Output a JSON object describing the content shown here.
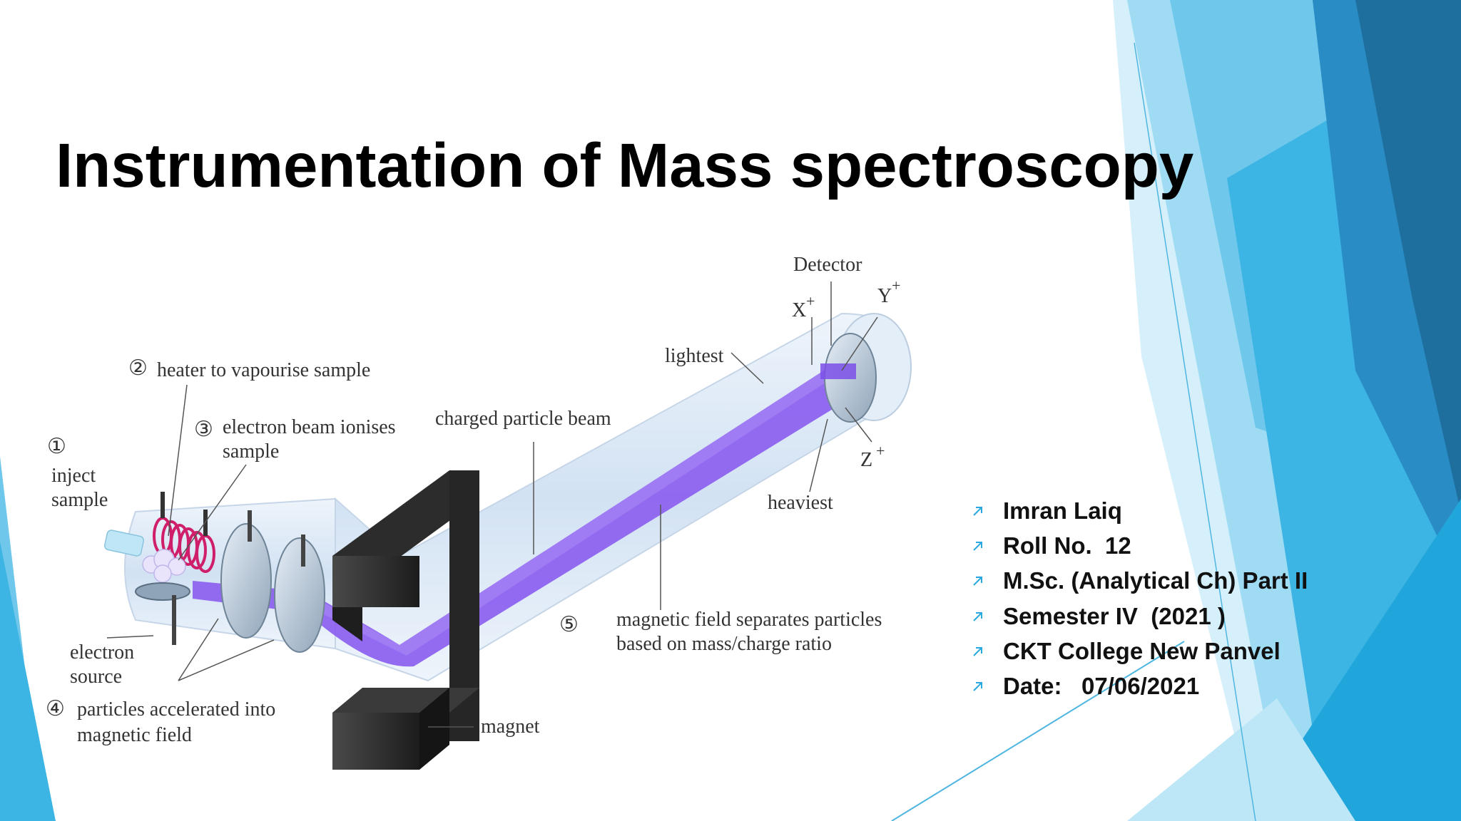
{
  "slide": {
    "title": "Instrumentation of Mass spectroscopy"
  },
  "diagram": {
    "labels": {
      "inject_line1": "inject",
      "inject_line2": "sample",
      "heater": "heater to vapourise sample",
      "electron_beam_line1": "electron beam ionises",
      "electron_beam_line2": "sample",
      "charged_beam": "charged particle beam",
      "lightest": "lightest",
      "detector": "Detector",
      "heaviest": "heaviest",
      "electron_source_line1": "electron",
      "electron_source_line2": "source",
      "accelerated_line1": "particles accelerated into",
      "accelerated_line2": "magnetic field",
      "magnetic_field_line1": "magnetic field separates particles",
      "magnetic_field_line2": "based on mass/charge ratio",
      "magnet": "magnet",
      "x_ion": "X",
      "y_ion": "Y",
      "z_ion": "Z",
      "plus": "+"
    },
    "step_numbers": [
      "①",
      "②",
      "③",
      "④",
      "⑤"
    ]
  },
  "info": {
    "bullet_icon": "north-east-arrow-icon",
    "items": [
      "Imran Laiq",
      "Roll No.  12",
      "M.Sc. (Analytical Ch) Part II",
      "Semester IV  (2021 )",
      "CKT College New Panvel",
      "Date:   07/06/2021"
    ]
  },
  "colors": {
    "accent_dark": "#1a6e9c",
    "accent_mid": "#29a9df",
    "accent_light": "#7fd0f0",
    "beam": "#8a5cf0",
    "magnet": "#2a2a2a"
  }
}
